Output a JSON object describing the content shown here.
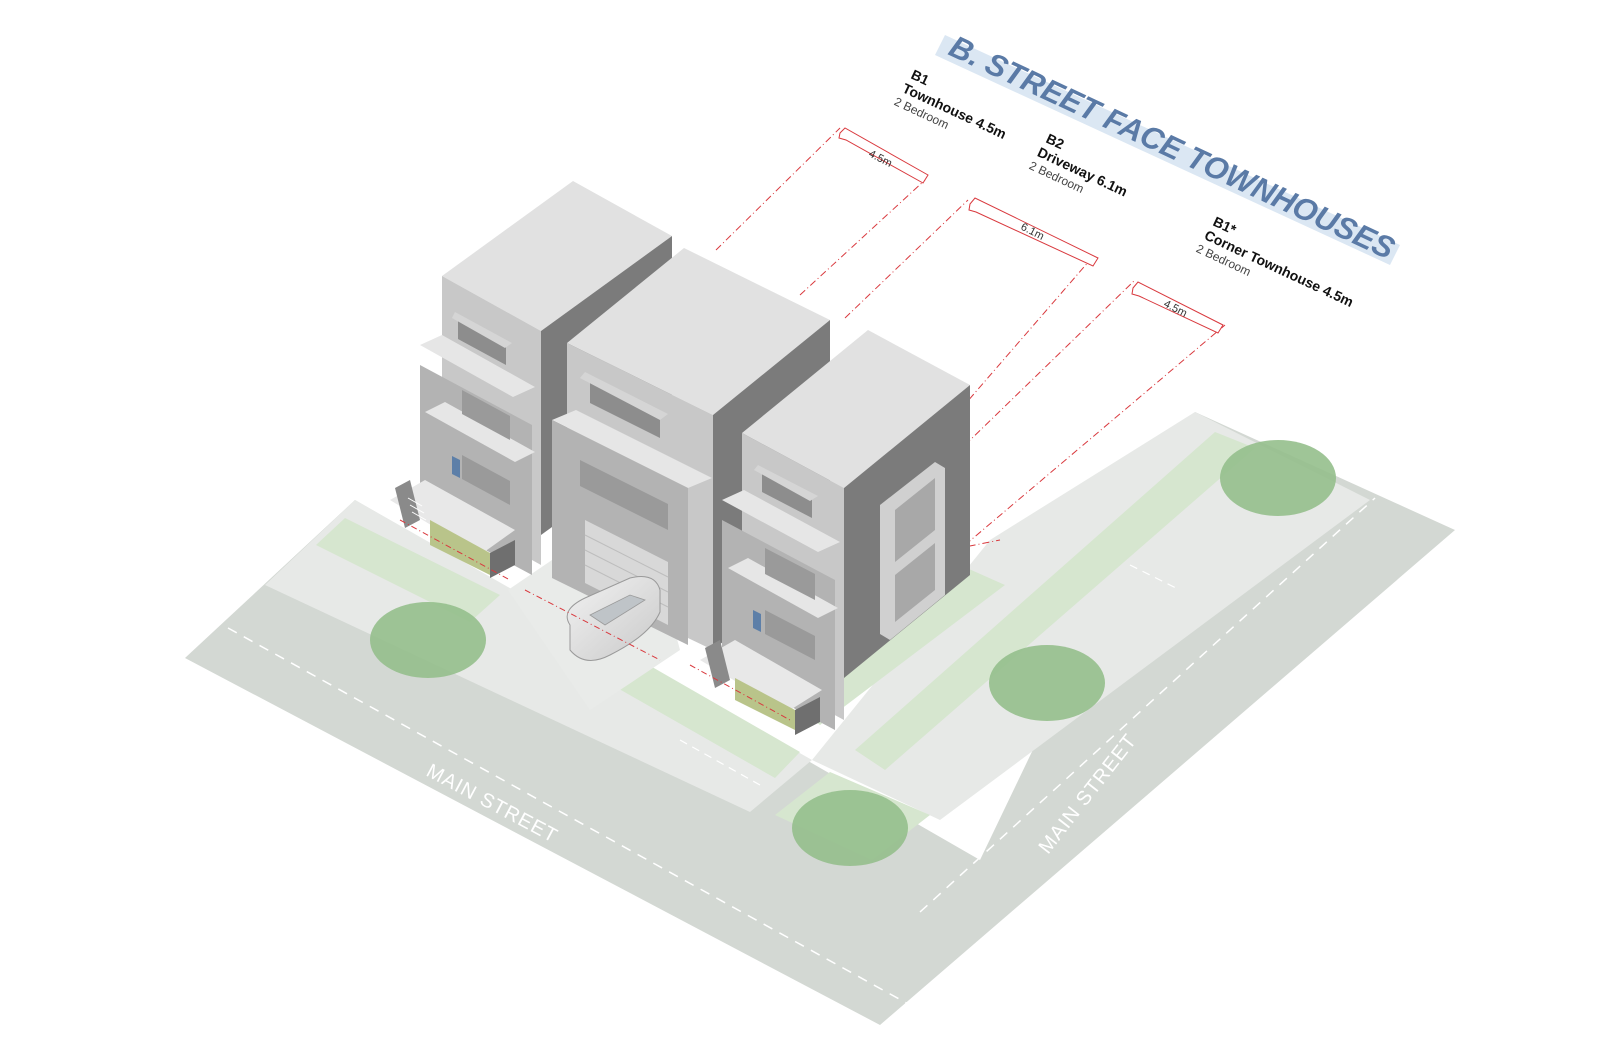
{
  "title": "B. STREET FACE TOWNHOUSES",
  "units": [
    {
      "code": "B1",
      "name": "Townhouse 4.5m",
      "beds": "2 Bedroom",
      "width_label": "4.5m"
    },
    {
      "code": "B2",
      "name": "Driveway 6.1m",
      "beds": "2 Bedroom",
      "width_label": "6.1m"
    },
    {
      "code": "B1*",
      "name": "Corner Townhouse 4.5m",
      "beds": "2 Bedroom",
      "width_label": "4.5m"
    }
  ],
  "streets": [
    {
      "label": "MAIN STREET"
    },
    {
      "label": "MAIN STREET"
    }
  ],
  "colors": {
    "title_band": "#dbe7f3",
    "title_text": "#5a7aa6",
    "road": "#d3d8d3",
    "sidewalk": "#e6e8e6",
    "verge": "#d6e6cf",
    "tree": "#95bf8c",
    "dim_line": "#d9393e"
  }
}
